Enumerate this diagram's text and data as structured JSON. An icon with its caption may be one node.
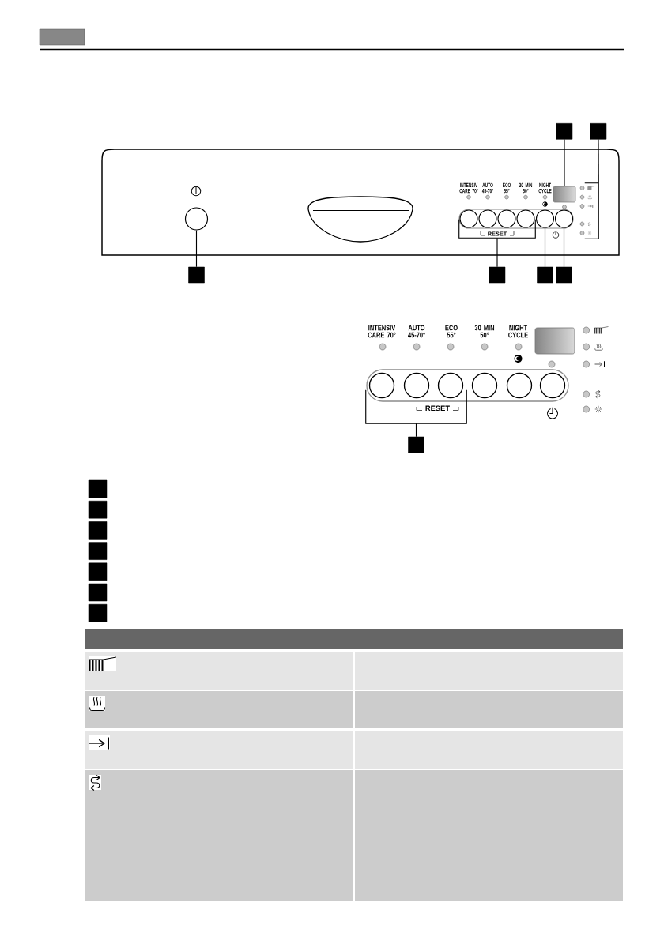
{
  "diagram": {
    "nodes": [
      {
        "text": [],
        "shape": "box"
      },
      {
        "text": [],
        "shape": "box"
      },
      {
        "text": [],
        "shape": "box"
      },
      {
        "text": [],
        "shape": "bracket"
      },
      {
        "text": [],
        "shape": "circle"
      },
      {
        "text": [],
        "shape": "circle"
      },
      {
        "text": [],
        "shape": "circle"
      },
      {
        "text": [],
        "shape": "circle"
      },
      {
        "text": [],
        "shape": "circle"
      },
      {
        "text": [],
        "shape": "circle"
      },
      {
        "text": [],
        "shape": "circle"
      },
      {
        "text": [
          "RESET"
        ]
      },
      {
        "text": [],
        "shape": "box"
      },
      {
        "text": [],
        "shape": "box"
      },
      {
        "text": [],
        "shape": "box"
      },
      {
        "text": [],
        "shape": "box"
      },
      {
        "text": [],
        "shape": "circle"
      },
      {
        "text": [],
        "shape": "circle"
      },
      {
        "text": [],
        "shape": "circle"
      },
      {
        "text": [],
        "shape": "circle"
      },
      {
        "text": [],
        "shape": "circle"
      },
      {
        "text": [],
        "shape": "circle"
      },
      {
        "text": [
          "RESET"
        ]
      },
      {
        "text": [],
        "shape": "box"
      },
      {
        "text": [],
        "shape": "box"
      },
      {
        "text": [],
        "shape": "box"
      },
      {
        "text": [],
        "shape": "box"
      },
      {
        "text": [],
        "shape": "box"
      },
      {
        "text": [],
        "shape": "box"
      },
      {
        "text": [],
        "shape": "box"
      },
      {
        "text": [],
        "shape": "box"
      }
    ],
    "edges": [
      {
        "from": 0,
        "to": 2,
        "arrow": "none"
      },
      {
        "from": 1,
        "to": 3,
        "arrow": "none"
      },
      {
        "from": 12,
        "to": 4,
        "arrow": "none"
      },
      {
        "from": 13,
        "to": 11,
        "arrow": "none"
      },
      {
        "from": 14,
        "to": 9,
        "arrow": "none"
      },
      {
        "from": 15,
        "to": 10,
        "arrow": "none"
      },
      {
        "from": 23,
        "to": 22,
        "arrow": "none"
      }
    ],
    "labels": [
      "INTENSIV CARE 70°",
      "AUTO 45-70°",
      "ECO 55°",
      "30 MIN 50°",
      "NIGHT CYCLE",
      "INTENSIV CARE 70°",
      "AUTO 45-70°",
      "ECO 55°",
      "30 MIN 50°",
      "NIGHT CYCLE"
    ]
  }
}
